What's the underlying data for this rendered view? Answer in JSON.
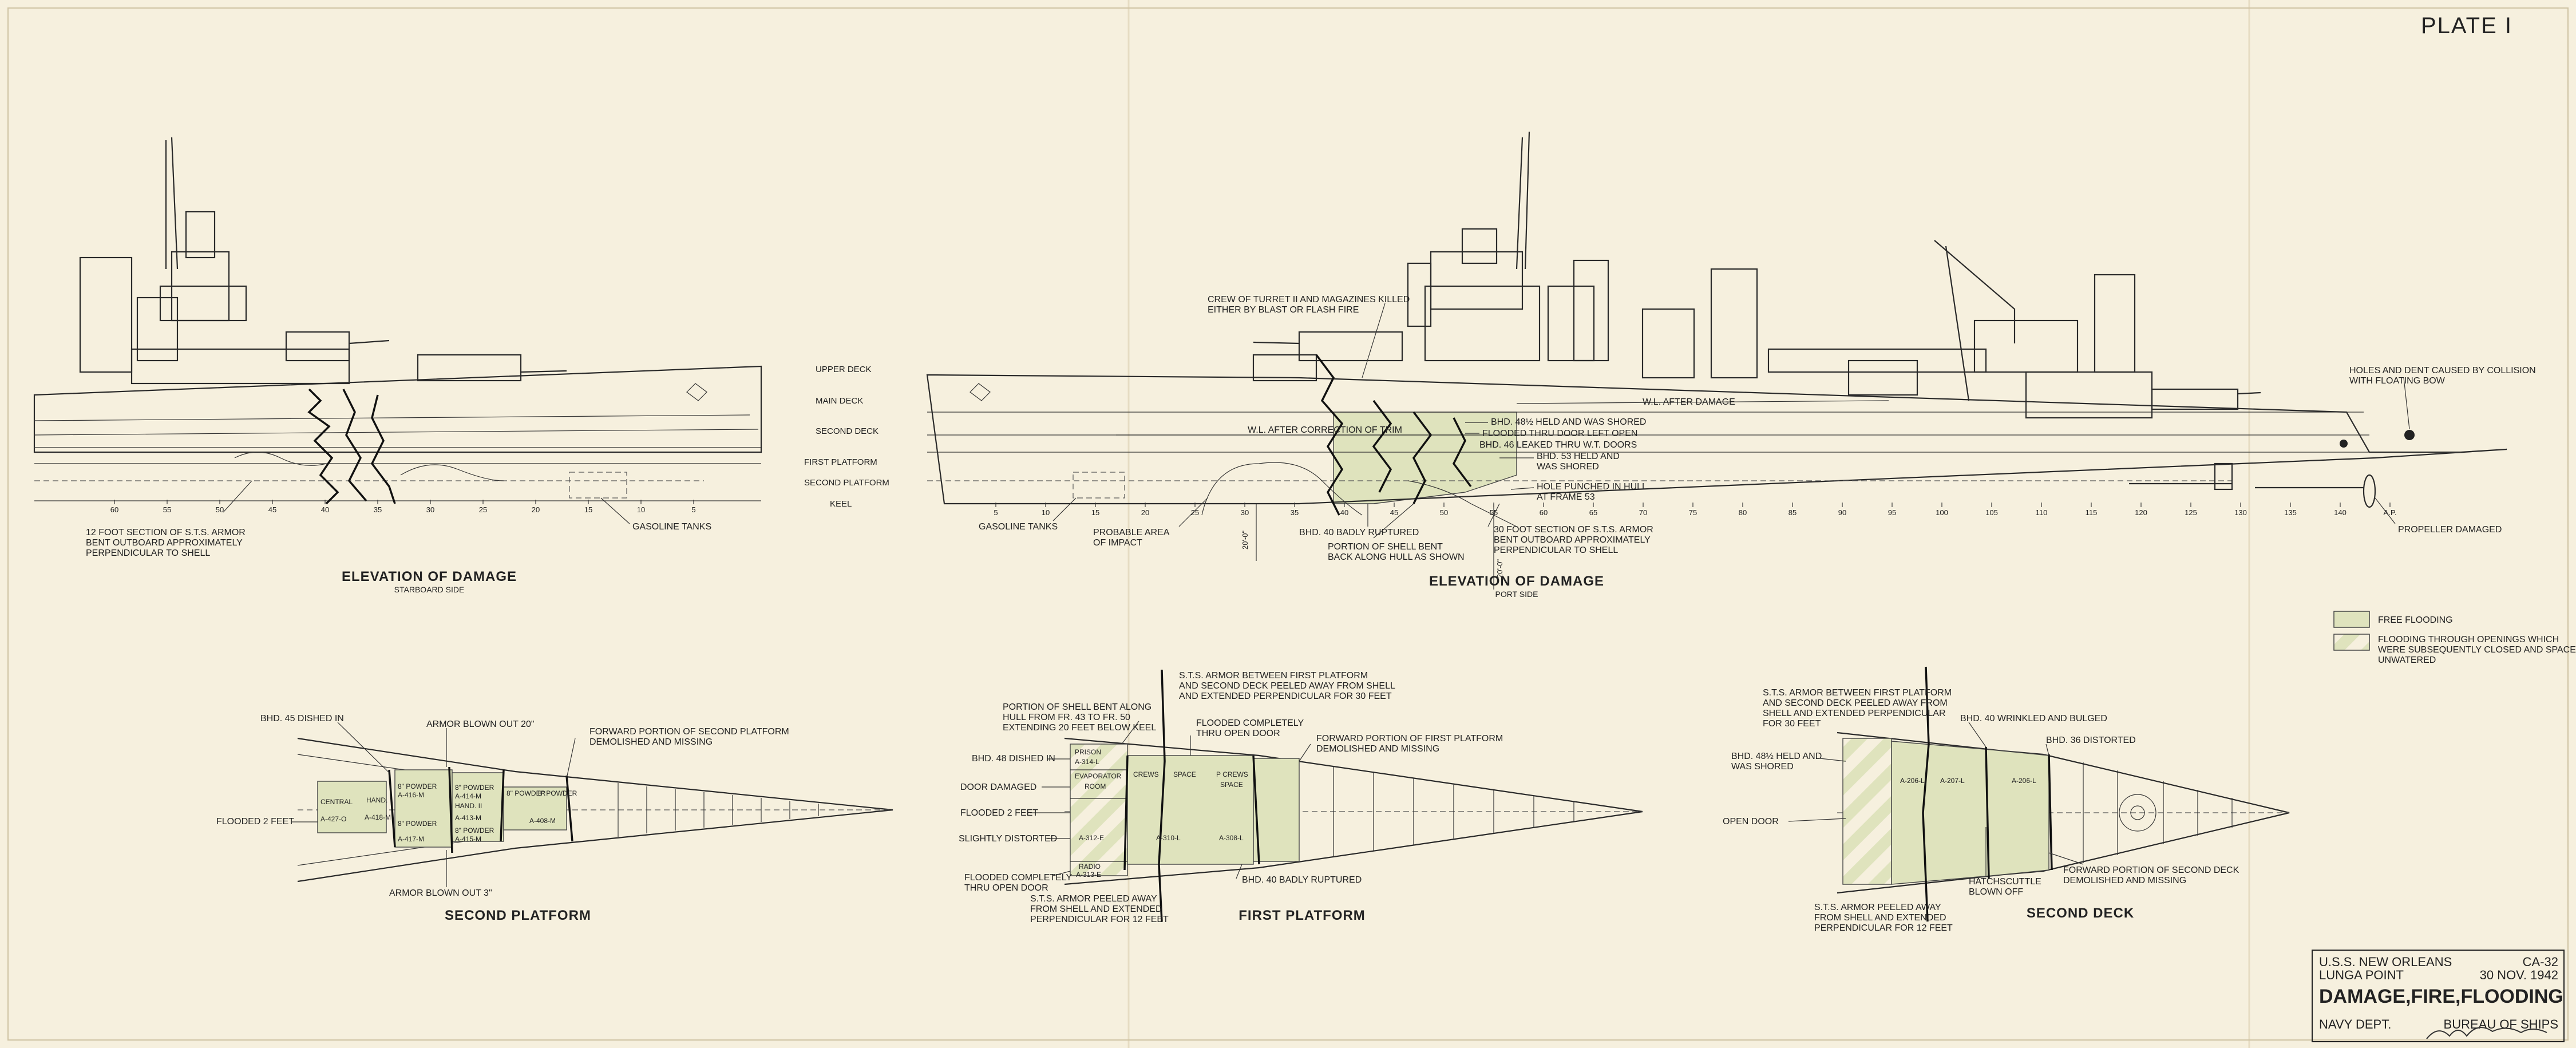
{
  "plate": "PLATE I",
  "elevation_starboard": {
    "title": "ELEVATION OF DAMAGE",
    "subtitle": "STARBOARD SIDE",
    "frames": [
      "60",
      "55",
      "50",
      "45",
      "40",
      "35",
      "30",
      "25",
      "20",
      "15",
      "10",
      "5"
    ],
    "notes": {
      "armor_section": [
        "12 FOOT SECTION OF S.T.S. ARMOR",
        "BENT OUTBOARD APPROXIMATELY",
        "PERPENDICULAR TO SHELL"
      ],
      "gasoline": "GASOLINE TANKS"
    }
  },
  "decks": [
    "UPPER DECK",
    "MAIN DECK",
    "SECOND DECK",
    "FIRST PLATFORM",
    "SECOND PLATFORM",
    "KEEL"
  ],
  "elevation_port": {
    "title": "ELEVATION OF DAMAGE",
    "subtitle": "PORT SIDE",
    "frames": [
      "5",
      "10",
      "15",
      "20",
      "25",
      "30",
      "35",
      "40",
      "45",
      "50",
      "55",
      "60",
      "65",
      "70",
      "75",
      "80",
      "85",
      "90",
      "95",
      "100",
      "105",
      "110",
      "115",
      "120",
      "125",
      "130",
      "135",
      "140",
      "A.P."
    ],
    "notes": {
      "turret": [
        "CREW OF TURRET II AND MAGAZINES KILLED",
        "EITHER BY BLAST OR FLASH FIRE"
      ],
      "wl_after": "W.L. AFTER DAMAGE",
      "wl_trim": "W.L. AFTER CORRECTION OF TRIM",
      "bhd48": "BHD. 48½ HELD AND WAS SHORED",
      "flooded_door": "FLOODED THRU DOOR LEFT OPEN",
      "bhd46": "BHD. 46 LEAKED THRU W.T. DOORS",
      "bhd53": [
        "BHD. 53 HELD AND",
        "WAS SHORED"
      ],
      "hole_hull": [
        "HOLE PUNCHED IN HULL",
        "AT FRAME 53"
      ],
      "bhd40": "BHD. 40 BADLY RUPTURED",
      "shell_bent": [
        "PORTION OF SHELL BENT",
        "BACK ALONG HULL AS SHOWN"
      ],
      "armor_30": [
        "30 FOOT SECTION OF S.T.S. ARMOR",
        "BENT OUTBOARD APPROXIMATELY",
        "PERPENDICULAR TO SHELL"
      ],
      "gasoline": "GASOLINE TANKS",
      "probable": [
        "PROBABLE AREA",
        "OF IMPACT"
      ],
      "collision": [
        "HOLES AND DENT CAUSED BY COLLISION",
        "WITH FLOATING BOW"
      ],
      "propeller": "PROPELLER DAMAGED",
      "dim1": "20'-0\"",
      "dim2": "20'-0\""
    }
  },
  "legend": {
    "free": "FREE FLOODING",
    "through": [
      "FLOODING THROUGH OPENINGS WHICH",
      "WERE SUBSEQUENTLY CLOSED AND SPACES",
      "UNWATERED"
    ]
  },
  "second_platform": {
    "title": "SECOND PLATFORM",
    "notes": {
      "bhd45": "BHD. 45 DISHED IN",
      "armor_20": "ARMOR BLOWN OUT 20\"",
      "forward": [
        "FORWARD PORTION OF SECOND PLATFORM",
        "DEMOLISHED AND MISSING"
      ],
      "flooded2": "FLOODED 2 FEET",
      "armor_3": "ARMOR BLOWN OUT 3\""
    },
    "cells": [
      "CENTRAL",
      "A-427-O",
      "HAND.",
      "A-418-M",
      "8\" POWDER",
      "A-416-M",
      "8\" POWDER",
      "A-414-M",
      "HAND. II",
      "8\" POWDER",
      "A-417-M",
      "8\" POWDER",
      "A-415-M",
      "A-413-M",
      "8\" POWDER",
      "A-408-M",
      "8\" POWDER"
    ]
  },
  "first_platform": {
    "title": "FIRST PLATFORM",
    "notes": {
      "sts_top": [
        "S.T.S. ARMOR BETWEEN FIRST PLATFORM",
        "AND SECOND DECK PEELED AWAY FROM SHELL",
        "AND EXTENDED PERPENDICULAR FOR 30 FEET"
      ],
      "shell_bent": [
        "PORTION OF SHELL BENT ALONG",
        "HULL FROM FR. 43 TO FR. 50",
        "EXTENDING 20 FEET BELOW KEEL"
      ],
      "flooded_comp": [
        "FLOODED COMPLETELY",
        "THRU OPEN DOOR"
      ],
      "forward": [
        "FORWARD PORTION OF FIRST PLATFORM",
        "DEMOLISHED AND MISSING"
      ],
      "bhd48": "BHD. 48 DISHED IN",
      "door": "DOOR DAMAGED",
      "flooded2": "FLOODED 2 FEET",
      "slight": "SLIGHTLY DISTORTED",
      "flooded_comp2": [
        "FLOODED COMPLETELY",
        "THRU OPEN DOOR"
      ],
      "sts_bottom": [
        "S.T.S. ARMOR PEELED AWAY",
        "FROM SHELL AND EXTENDED",
        "PERPENDICULAR FOR 12 FEET"
      ],
      "bhd40": "BHD. 40 BADLY RUPTURED"
    },
    "cells": [
      "PRISON",
      "A-314-L",
      "EVAPORATOR",
      "ROOM",
      "CREWS",
      "SPACE",
      "P CREWS",
      "SPACE",
      "A-312-E",
      "A-310-L",
      "A-308-L",
      "RADIO",
      "A-313-E"
    ]
  },
  "second_deck": {
    "title": "SECOND DECK",
    "notes": {
      "sts_top": [
        "S.T.S. ARMOR BETWEEN FIRST PLATFORM",
        "AND SECOND DECK PEELED AWAY FROM",
        "SHELL AND EXTENDED PERPENDICULAR",
        "FOR 30 FEET"
      ],
      "bhd40": "BHD. 40 WRINKLED AND BULGED",
      "bhd36": "BHD. 36 DISTORTED",
      "bhd48": [
        "BHD. 48½ HELD AND",
        "WAS SHORED"
      ],
      "open_door": "OPEN DOOR",
      "hatch": [
        "HATCHSCUTTLE",
        "BLOWN OFF"
      ],
      "forward": [
        "FORWARD PORTION OF SECOND DECK",
        "DEMOLISHED AND MISSING"
      ],
      "sts_bottom": [
        "S.T.S. ARMOR PEELED AWAY",
        "FROM SHELL AND EXTENDED",
        "PERPENDICULAR FOR 12 FEET"
      ]
    },
    "cells": [
      "A-206-L",
      "A-207-L",
      "A-206-L"
    ]
  },
  "title_block": {
    "ship": "U.S.S. NEW ORLEANS",
    "hull_no": "CA-32",
    "place": "LUNGA POINT",
    "date": "30 NOV. 1942",
    "subject": "DAMAGE,FIRE,FLOODING",
    "dept": "NAVY DEPT.",
    "bureau": "BUREAU OF SHIPS"
  },
  "colors": {
    "paper": "#f6f0de",
    "free_flooding": "#dfe3bd",
    "ink": "#222222"
  }
}
